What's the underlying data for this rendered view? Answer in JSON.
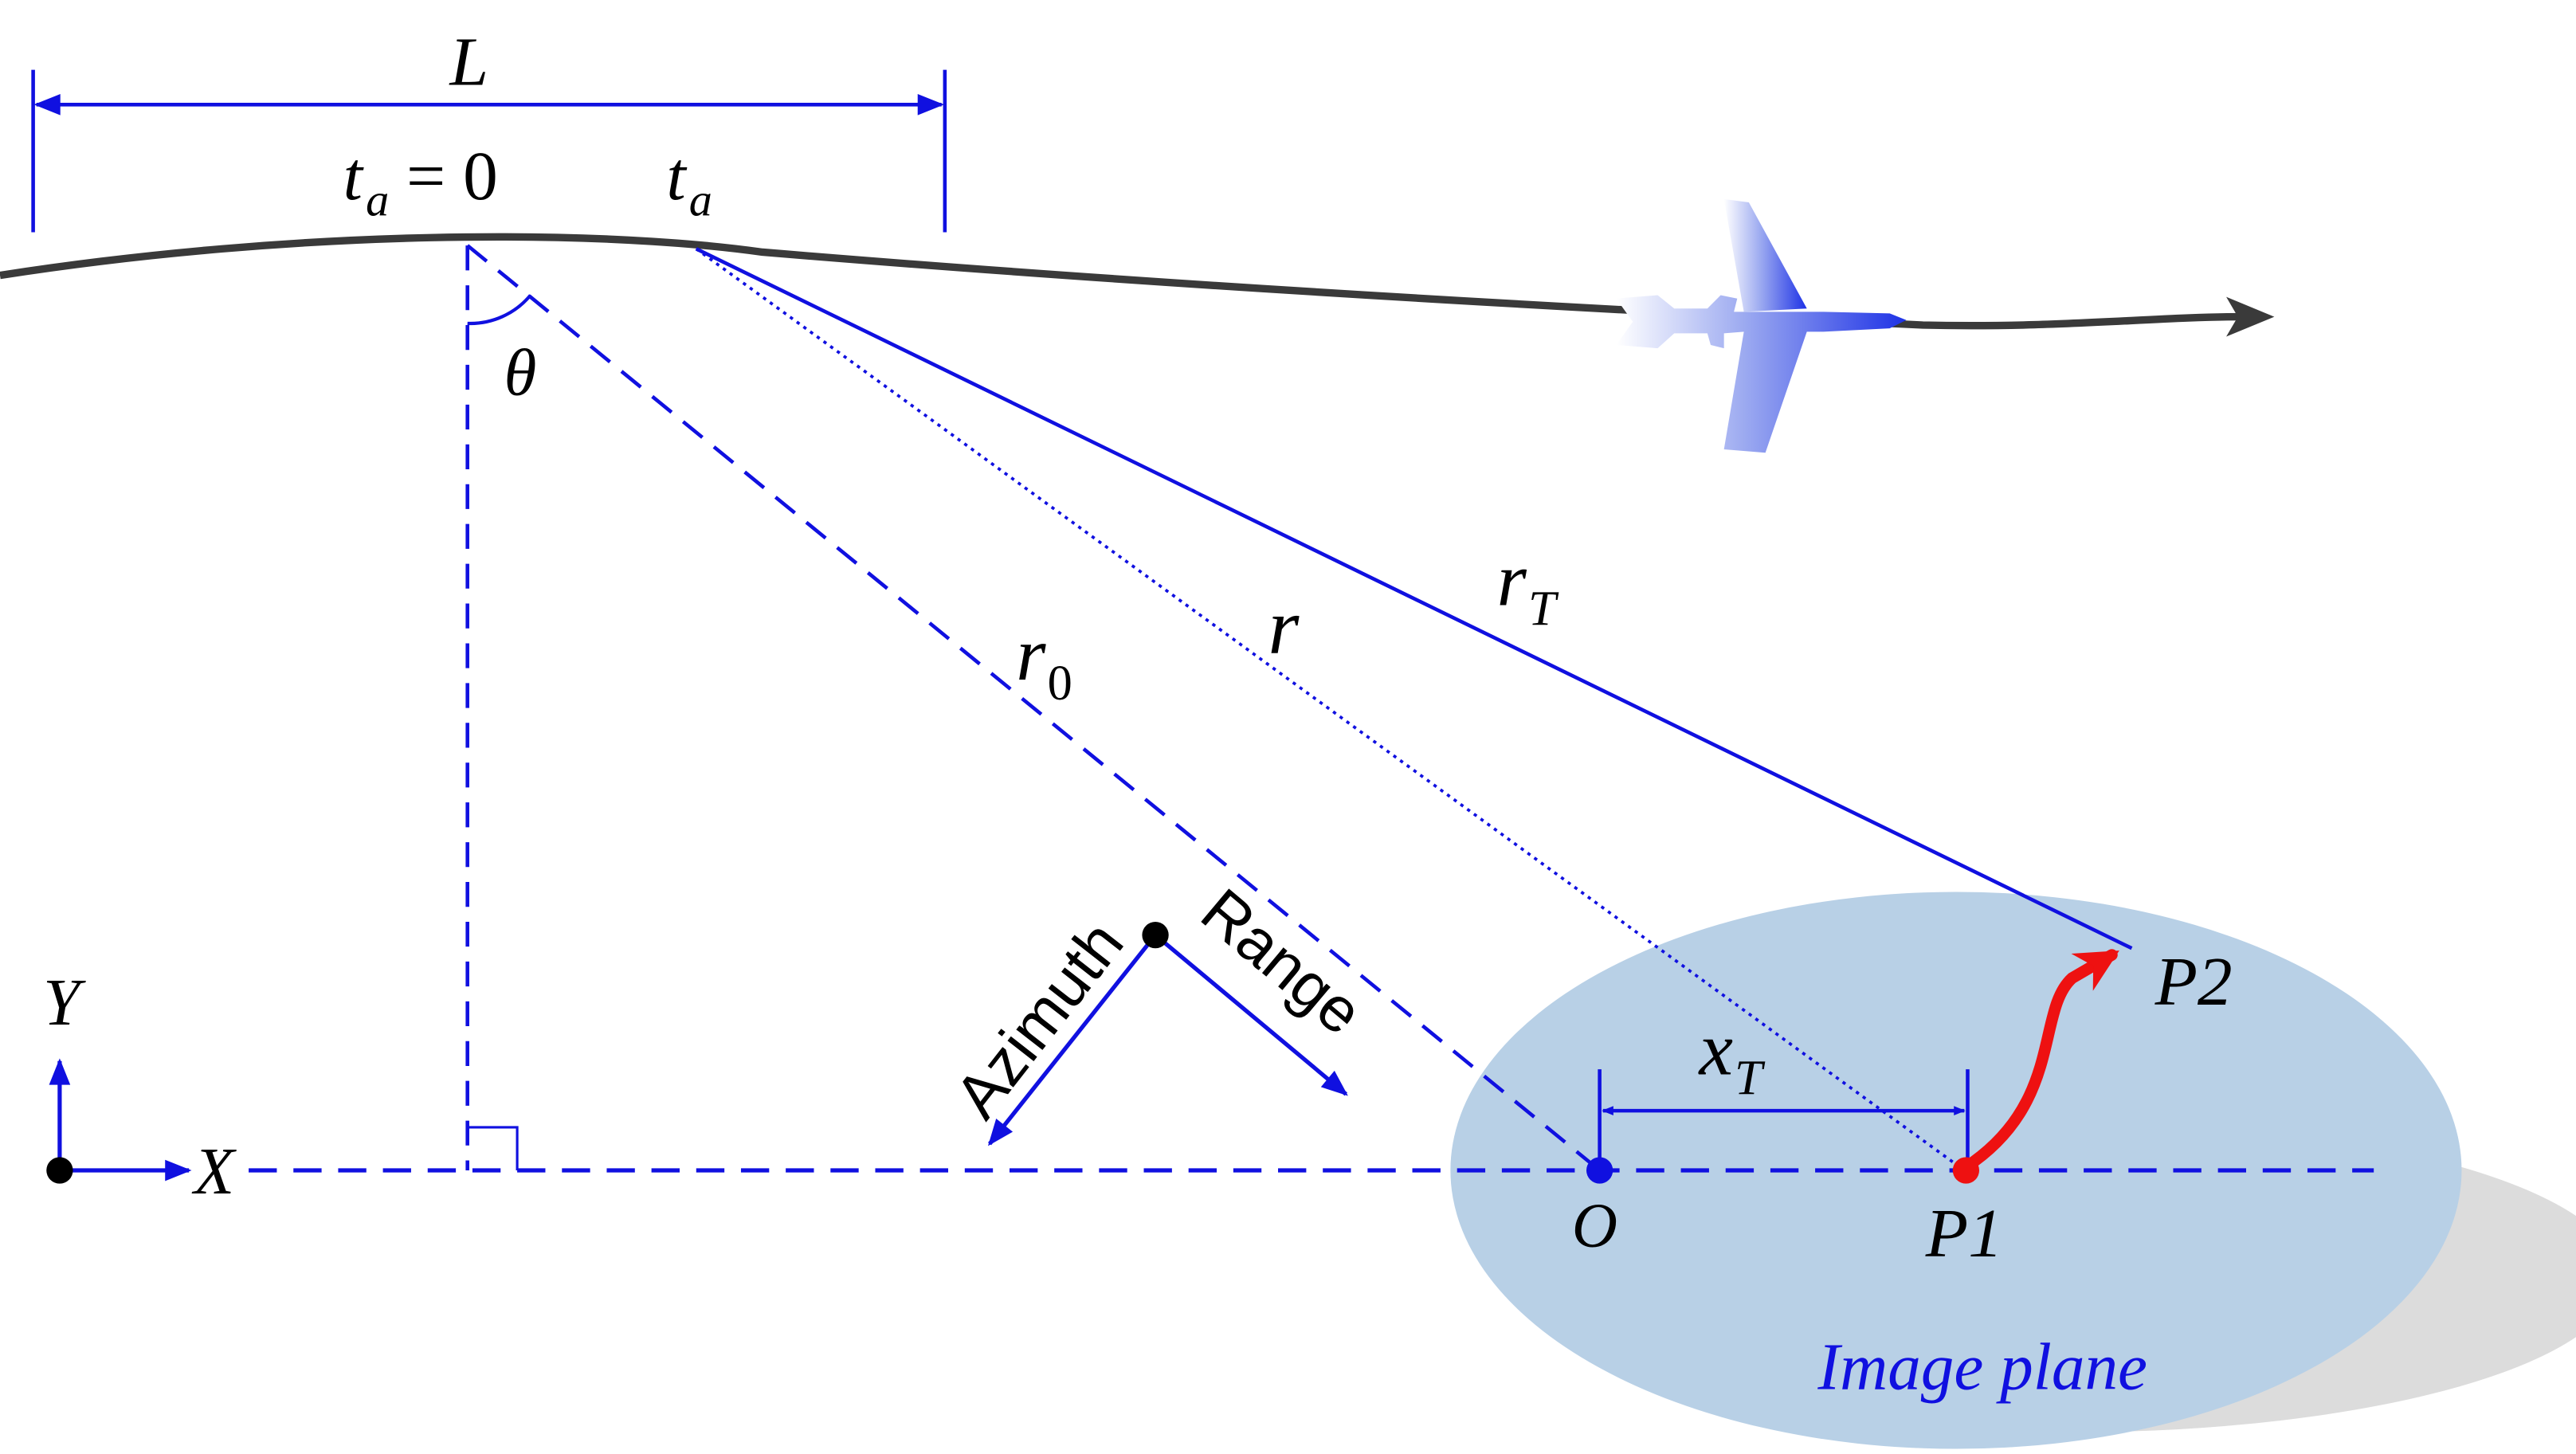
{
  "labels": {
    "L": "L",
    "ta": "t",
    "ta_sub": "a",
    "ta0_t": "t",
    "ta0_sub": "a",
    "ta0_eq": " = 0",
    "theta": "θ",
    "r0": "r",
    "r0_sub": "0",
    "r": "r",
    "rT": "r",
    "rT_sub": "T",
    "xT": "x",
    "xT_sub": "T",
    "Y": "Y",
    "X": "X",
    "O": "O",
    "P1": "P1",
    "P2": "P2",
    "azimuth": "Azimuth",
    "range": "Range",
    "image_plane": "Image plane"
  },
  "colors": {
    "blue": "#1010e0",
    "track": "#3a3a3a",
    "plane_fill": "#b8d0e6",
    "plane_shadow": "#dcdcdc",
    "red": "#ee1111",
    "dot": "#000000"
  },
  "icons": {
    "aircraft": "airplane-icon"
  }
}
